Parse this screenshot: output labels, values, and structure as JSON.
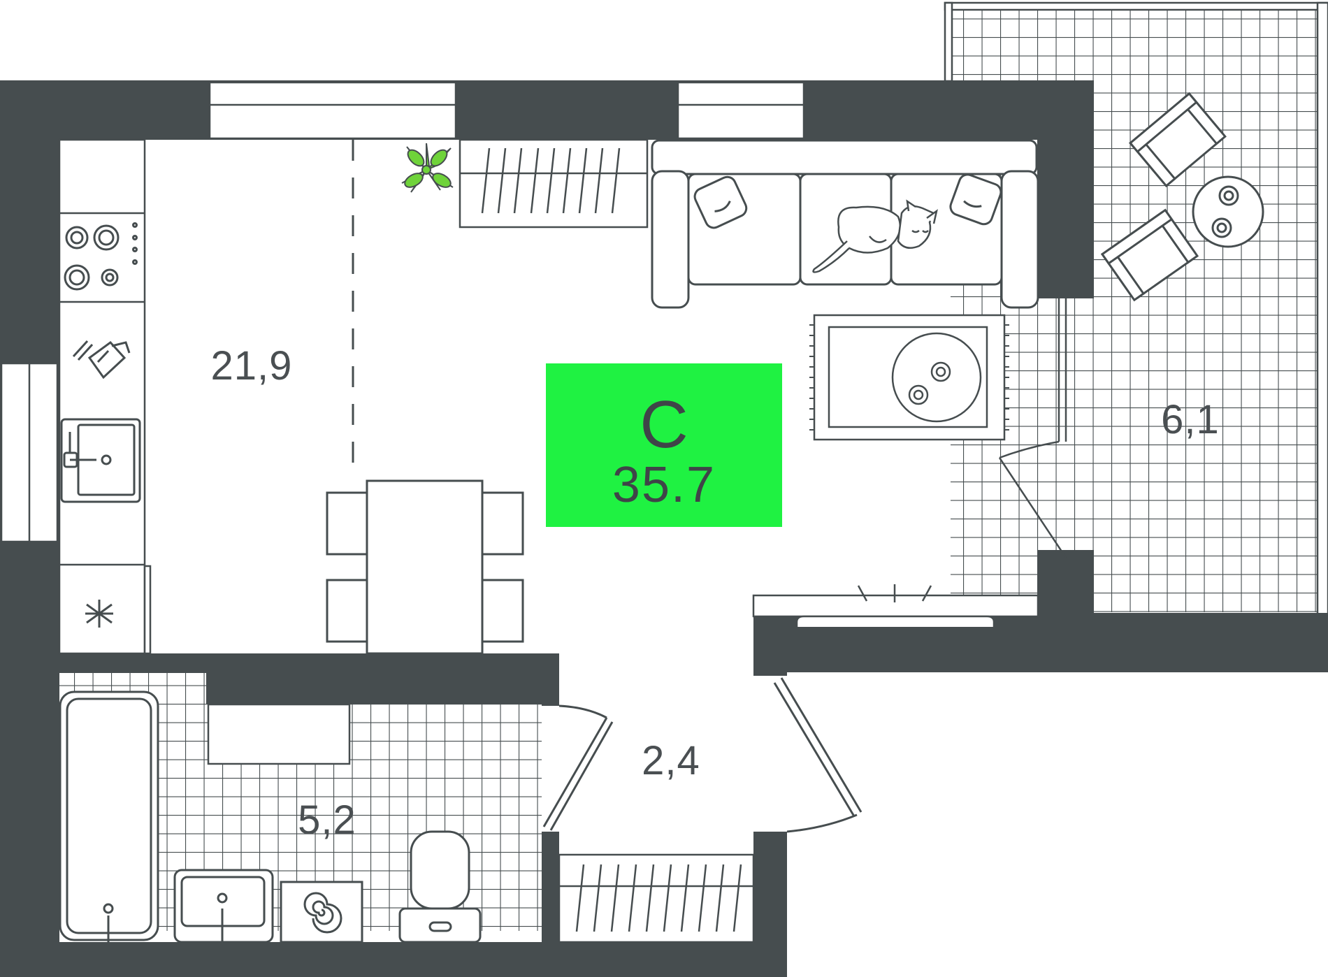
{
  "apartment": {
    "type_label": "С",
    "total_area": "35.7",
    "badge_color": "#1ff242"
  },
  "rooms": [
    {
      "id": "living",
      "area": "21,9"
    },
    {
      "id": "balcony",
      "area": "6,1"
    },
    {
      "id": "bathroom",
      "area": "5,2"
    },
    {
      "id": "hall",
      "area": "2,4"
    }
  ],
  "colors": {
    "wall": "#464d4f",
    "line": "#464d4f",
    "plant": "#6fd33a"
  },
  "icons": [
    "stove-icon",
    "cutting-board-icon",
    "kitchen-sink-icon",
    "fridge-icon",
    "plant-icon",
    "sofa-icon",
    "cat-icon",
    "coffee-table-icon",
    "dining-table-icon",
    "bathtub-icon",
    "washbasin-icon",
    "washing-machine-icon",
    "toilet-icon",
    "armchair-icon",
    "balcony-table-icon",
    "wardrobe-icon",
    "tv-stand-icon"
  ]
}
